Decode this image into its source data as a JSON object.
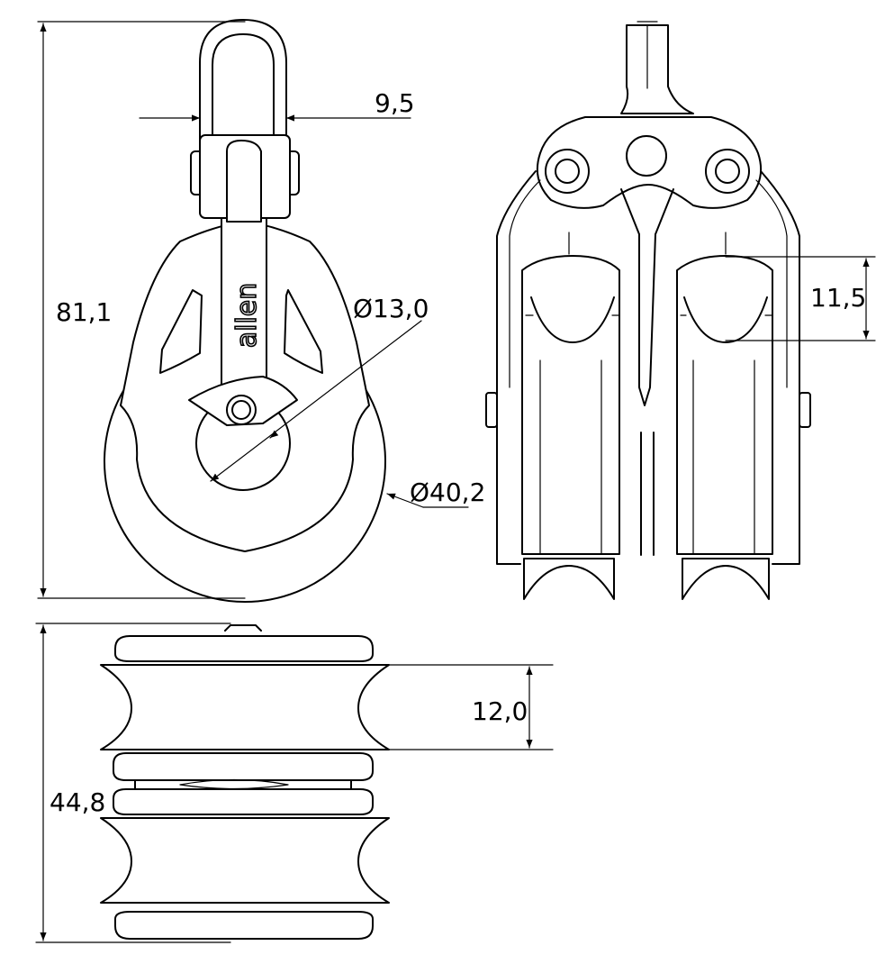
{
  "dimensions": {
    "height_overall": "81,1",
    "shackle_width": "9,5",
    "bore_diameter": "Ø13,0",
    "sheave_diameter": "Ø40,2",
    "rope_groove_side": "11,5",
    "rope_groove_bottom": "12,0",
    "width_overall": "44,8"
  },
  "brand": {
    "logo_text": "allen"
  },
  "colors": {
    "line": "#000000",
    "background": "#ffffff"
  }
}
